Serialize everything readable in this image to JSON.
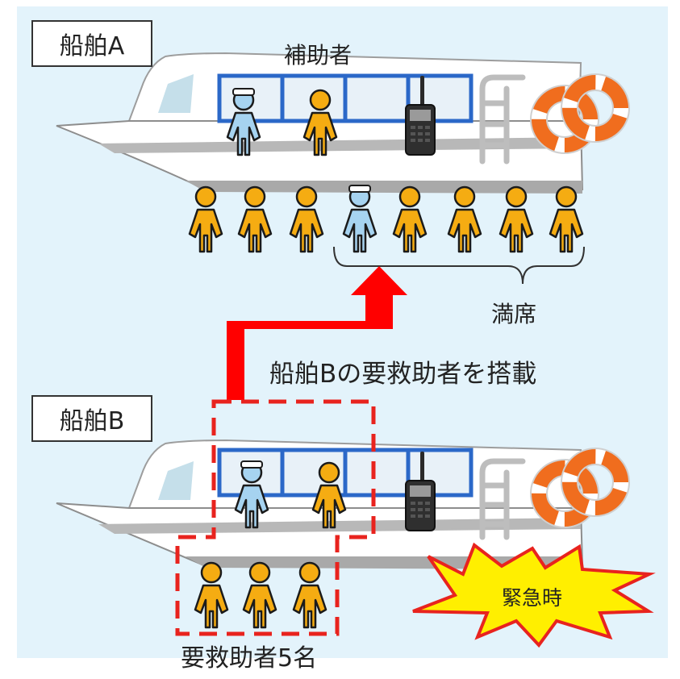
{
  "shipA": {
    "label": "船舶A",
    "assistant_label": "補助者",
    "full_label": "満席"
  },
  "transfer": {
    "label": "船舶Bの要救助者を搭載"
  },
  "shipB": {
    "label": "船舶B",
    "rescuees_label": "要救助者5名",
    "emergency_label": "緊急時"
  },
  "colors": {
    "background": "#e3f3fb",
    "arrow": "#ff0000",
    "dashed_box": "#e8231e",
    "person_passenger": "#f5ac12",
    "person_crew": "#a6d3f0",
    "hull": "#ffffff",
    "hull_stripe": "#a9a9a9",
    "window_frame": "#2b68c8",
    "window_glass": "#e8f1f8",
    "lifebuoy": "#f06d1e",
    "burst": "#ffef00"
  }
}
